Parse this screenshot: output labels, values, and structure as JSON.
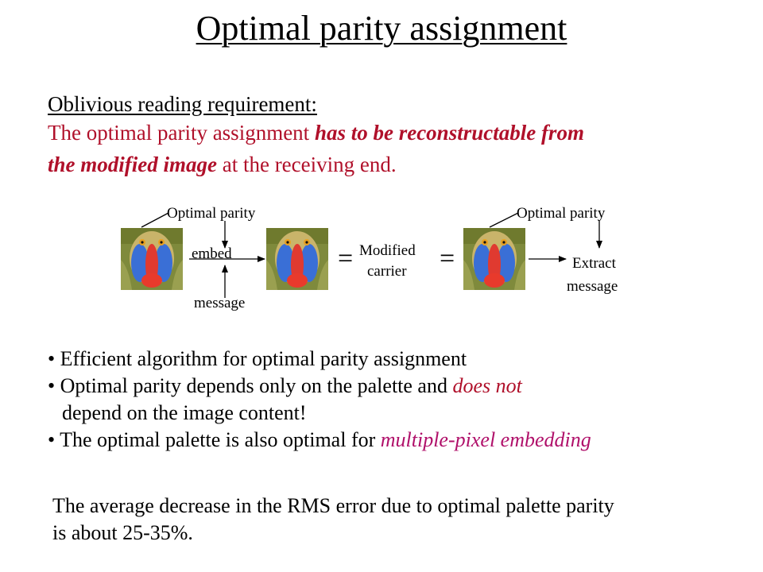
{
  "title": "Optimal parity assignment",
  "requirement": {
    "heading": "Oblivious reading requirement:",
    "line1_prefix": "The optimal parity assignment ",
    "line1_emph": "has to be reconstructable from",
    "line2_emph": "the modified image",
    "line2_suffix": " at the receiving end."
  },
  "diagram": {
    "optimal_parity_1": "Optimal parity",
    "embed": "embed",
    "message_in": "message",
    "equals_1": "=",
    "modified": "Modified",
    "carrier": "carrier",
    "equals_2": "=",
    "optimal_parity_2": "Optimal parity",
    "extract": "Extract",
    "message_out": "message"
  },
  "bullets": {
    "b1": "• Efficient algorithm for optimal parity assignment",
    "b2_prefix": "• Optimal parity depends only on the palette and ",
    "b2_emph": "does not",
    "b2_cont": "depend on the image content!",
    "b3_prefix": "• The optimal palette is also optimal for ",
    "b3_emph": "multiple-pixel embedding"
  },
  "closing": {
    "line1": "The average decrease in the RMS error due to optimal palette parity",
    "line2": "is about 25-35%."
  },
  "colors": {
    "accent_red": "#b0102a",
    "accent_magenta": "#b0106a"
  }
}
